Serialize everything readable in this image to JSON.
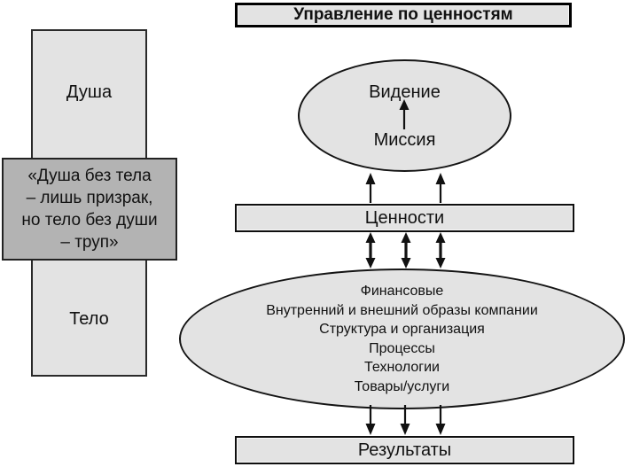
{
  "colors": {
    "box_fill": "#e3e3e3",
    "quote_fill": "#b3b3b3",
    "line": "#111111",
    "page_bg": "#ffffff"
  },
  "title": {
    "text": "Управление по ценностям"
  },
  "left_panel": {
    "soul_label": "Душа",
    "body_label": "Тело",
    "quote_lines": [
      "«Душа без тела",
      "– лишь призрак,",
      "но тело без души",
      "– труп»"
    ]
  },
  "flow": {
    "vision_label": "Видение",
    "mission_label": "Миссия",
    "values_label": "Ценности",
    "carrier_lines": [
      "Финансовые",
      "Внутренний и внешний образы компании",
      "Структура и организация",
      "Процессы",
      "Технологии",
      "Товары/услуги"
    ],
    "results_label": "Результаты"
  }
}
